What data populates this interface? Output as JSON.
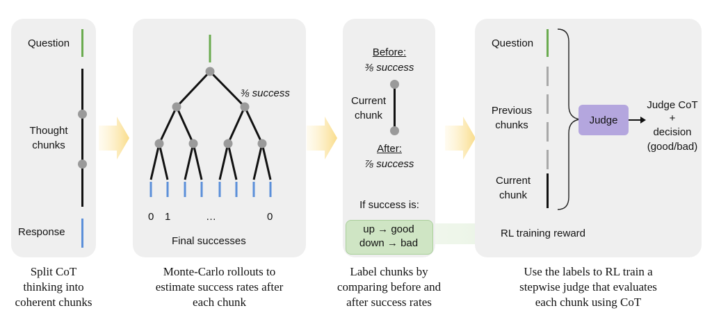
{
  "panel1": {
    "question": "Question",
    "thought_line1": "Thought",
    "thought_line2": "chunks",
    "response": "Response",
    "caption": [
      "Split CoT",
      "thinking into",
      "coherent chunks"
    ]
  },
  "panel2": {
    "success_label": "⅜ success",
    "outcomes": [
      "0",
      "1",
      "…",
      "0"
    ],
    "final_label": "Final successes",
    "caption": [
      "Monte-Carlo rollouts to",
      "estimate success rates after",
      "each chunk"
    ]
  },
  "panel3": {
    "before_label": "Before:",
    "before_value": "⅜ success",
    "current_line1": "Current",
    "current_line2": "chunk",
    "after_label": "After:",
    "after_value": "⅞ success",
    "if_success": "If success is:",
    "up_good": "up → good",
    "down_bad": "down → bad",
    "caption": [
      "Label chunks by",
      "comparing before and",
      "after success rates"
    ]
  },
  "panel4": {
    "question": "Question",
    "previous_line1": "Previous",
    "previous_line2": "chunks",
    "current_line1": "Current",
    "current_line2": "chunk",
    "judge": "Judge",
    "judge_out_line1": "Judge CoT",
    "judge_out_line2": "+",
    "judge_out_line3": "decision",
    "judge_out_line4": "(good/bad)",
    "caption": [
      "Use the labels to RL train a",
      "stepwise judge that evaluates",
      "each chunk using CoT"
    ]
  },
  "rl_reward_label": "RL training reward",
  "colors": {
    "green": "#6aab4f",
    "blue": "#5b8fd9",
    "gray": "#9a9a9a",
    "judge": "#b4a6de",
    "panel": "#efefef",
    "arrow_glow": "#fbe6a6"
  }
}
